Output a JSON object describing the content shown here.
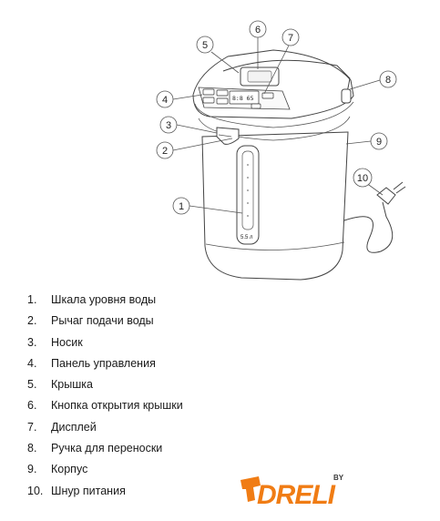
{
  "callouts": [
    "1",
    "2",
    "3",
    "4",
    "5",
    "6",
    "7",
    "8",
    "9",
    "10"
  ],
  "display_text": "8:8 65",
  "gauge_text": "5.5 л",
  "legend": [
    {
      "num": "1.",
      "label": "Шкала уровня воды"
    },
    {
      "num": "2.",
      "label": "Рычаг подачи воды"
    },
    {
      "num": "3.",
      "label": "Носик"
    },
    {
      "num": "4.",
      "label": "Панель управления"
    },
    {
      "num": "5.",
      "label": "Крышка"
    },
    {
      "num": "6.",
      "label": "Кнопка открытия крышки"
    },
    {
      "num": "7.",
      "label": "Дисплей"
    },
    {
      "num": "8.",
      "label": "Ручка для переноски"
    },
    {
      "num": "9.",
      "label": "Корпус"
    },
    {
      "num": "10.",
      "label": "Шнур питания"
    }
  ],
  "logo": {
    "text": "DRELI",
    "suffix": "BY",
    "color_orange": "#f07c14",
    "color_dark": "#3a3a3a"
  }
}
